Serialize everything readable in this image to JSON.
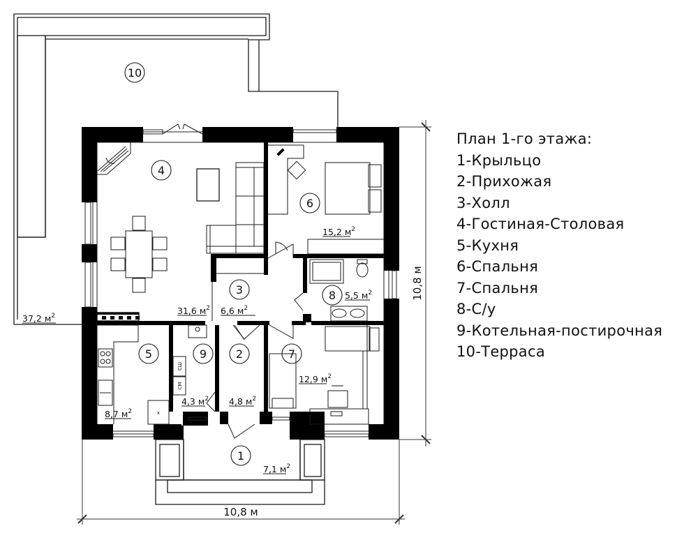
{
  "legend": {
    "title": "План 1-го этажа:",
    "items": [
      "1-Крыльцо",
      "2-Прихожая",
      "3-Холл",
      "4-Гостиная-Столовая",
      "5-Кухня",
      "6-Спальня",
      "7-Спальня",
      "8-С/у",
      "9-Котельная-постирочная",
      "10-Терраса"
    ]
  },
  "rooms": [
    {
      "number": "1",
      "name": "Крыльцо",
      "area": "7,1 м²",
      "area_value": "7,1",
      "unit": "м",
      "sup": "2"
    },
    {
      "number": "2",
      "name": "Прихожая",
      "area": "4,8 м²",
      "area_value": "4,8",
      "unit": "м",
      "sup": "2"
    },
    {
      "number": "3",
      "name": "Холл",
      "area": "6,6 м²",
      "area_value": "6,6",
      "unit": "м",
      "sup": "2"
    },
    {
      "number": "4",
      "name": "Гостиная-Столовая",
      "area": "31,6 м²",
      "area_value": "31,6",
      "unit": "м",
      "sup": "2"
    },
    {
      "number": "5",
      "name": "Кухня",
      "area": "8,7 м²",
      "area_value": "8,7",
      "unit": "м",
      "sup": "2"
    },
    {
      "number": "6",
      "name": "Спальня",
      "area": "15,2 м²",
      "area_value": "15,2",
      "unit": "м",
      "sup": "2"
    },
    {
      "number": "7",
      "name": "Спальня",
      "area": "12,9 м²",
      "area_value": "12,9",
      "unit": "м",
      "sup": "2"
    },
    {
      "number": "8",
      "name": "С/у",
      "area": "5,5 м²",
      "area_value": "5,5",
      "unit": "м",
      "sup": "2"
    },
    {
      "number": "9",
      "name": "Котельная-постирочная",
      "area": "4,3 м²",
      "area_value": "4,3",
      "unit": "м",
      "sup": "2"
    },
    {
      "number": "10",
      "name": "Терраса",
      "area": "37,2 м²",
      "area_value": "37,2",
      "unit": "м",
      "sup": "2"
    }
  ],
  "dimensions": {
    "width": "10,8 м",
    "height": "10,8 м"
  },
  "appliance_labels": {
    "washer": "СМ",
    "dryer": "СШ",
    "fridge": "х"
  },
  "colors": {
    "wall": "#000000",
    "line": "#1a1a1a",
    "background": "#ffffff"
  }
}
